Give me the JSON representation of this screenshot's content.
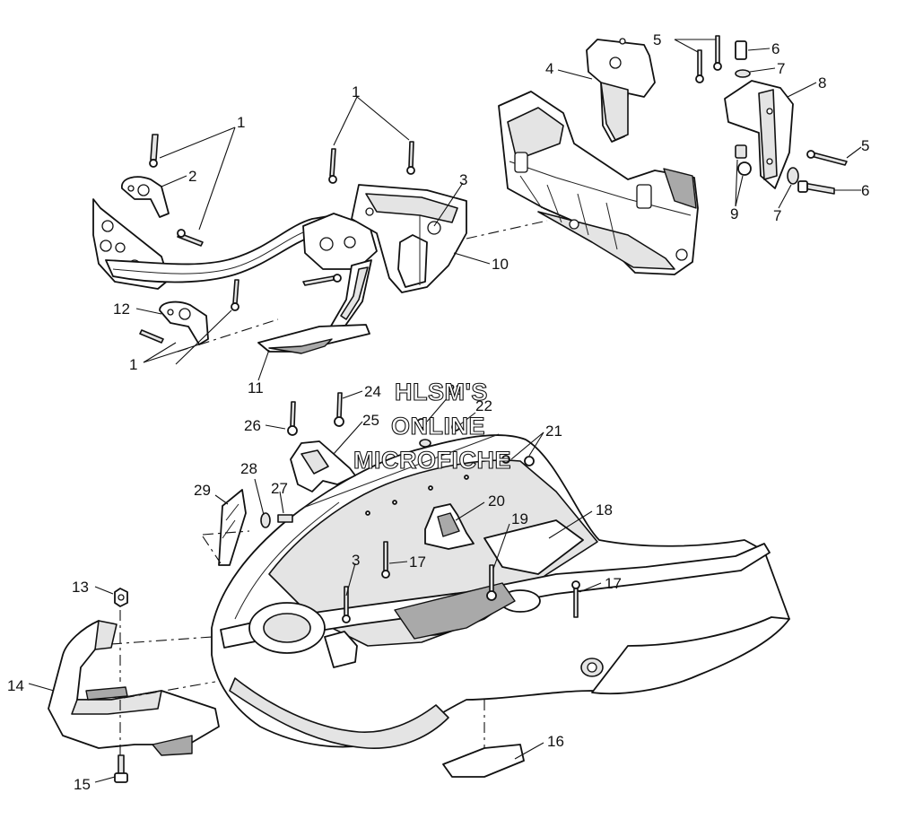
{
  "watermark": {
    "line1": "HLSM'S",
    "line2": "ONLINE",
    "line3": "MICROFICHE"
  },
  "callouts": [
    {
      "id": "c1a",
      "label": "1"
    },
    {
      "id": "c1b",
      "label": "1"
    },
    {
      "id": "c1c",
      "label": "1"
    },
    {
      "id": "c2",
      "label": "2"
    },
    {
      "id": "c3a",
      "label": "3"
    },
    {
      "id": "c3b",
      "label": "3"
    },
    {
      "id": "c4",
      "label": "4"
    },
    {
      "id": "c5a",
      "label": "5"
    },
    {
      "id": "c5b",
      "label": "5"
    },
    {
      "id": "c6a",
      "label": "6"
    },
    {
      "id": "c6b",
      "label": "6"
    },
    {
      "id": "c7a",
      "label": "7"
    },
    {
      "id": "c7b",
      "label": "7"
    },
    {
      "id": "c8",
      "label": "8"
    },
    {
      "id": "c9",
      "label": "9"
    },
    {
      "id": "c10",
      "label": "10"
    },
    {
      "id": "c11",
      "label": "11"
    },
    {
      "id": "c12",
      "label": "12"
    },
    {
      "id": "c13",
      "label": "13"
    },
    {
      "id": "c14",
      "label": "14"
    },
    {
      "id": "c15",
      "label": "15"
    },
    {
      "id": "c16",
      "label": "16"
    },
    {
      "id": "c17a",
      "label": "17"
    },
    {
      "id": "c17b",
      "label": "17"
    },
    {
      "id": "c18",
      "label": "18"
    },
    {
      "id": "c19",
      "label": "19"
    },
    {
      "id": "c20",
      "label": "20"
    },
    {
      "id": "c21",
      "label": "21"
    },
    {
      "id": "c22",
      "label": "22"
    },
    {
      "id": "c23",
      "label": "23"
    },
    {
      "id": "c24",
      "label": "24"
    },
    {
      "id": "c25",
      "label": "25"
    },
    {
      "id": "c26",
      "label": "26"
    },
    {
      "id": "c27",
      "label": "27"
    },
    {
      "id": "c28",
      "label": "28"
    },
    {
      "id": "c29",
      "label": "29"
    }
  ]
}
